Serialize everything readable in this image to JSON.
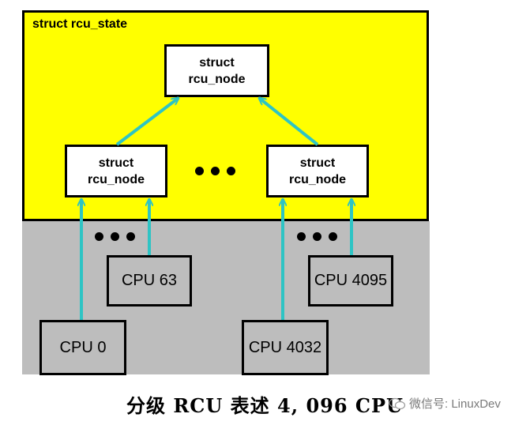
{
  "state": {
    "title": "struct rcu_state"
  },
  "root_node": {
    "line1": "struct",
    "line2": "rcu_node"
  },
  "left_node": {
    "line1": "struct",
    "line2": "rcu_node"
  },
  "right_node": {
    "line1": "struct",
    "line2": "rcu_node"
  },
  "cpus": {
    "cpu63": "CPU 63",
    "cpu0": "CPU 0",
    "cpu4095": "CPU 4095",
    "cpu4032": "CPU 4032"
  },
  "colors": {
    "yellow": "#ffff00",
    "grey": "#bdbdbd",
    "arrow": "#2ec4c4"
  },
  "caption": "分级 RCU 表述 4, 096 CPU",
  "watermark": "微信号: LinuxDev"
}
